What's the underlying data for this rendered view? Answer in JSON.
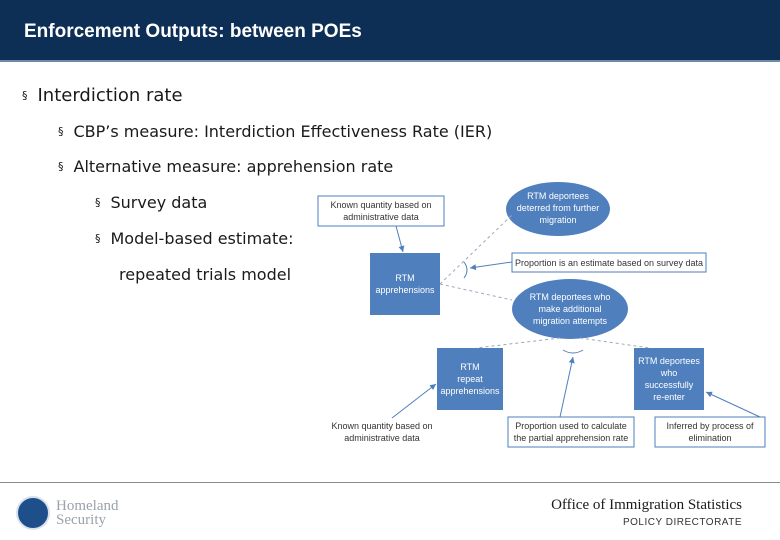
{
  "header": {
    "title": "Enforcement Outputs: between POEs"
  },
  "bullets": {
    "l1": "Interdiction rate",
    "l2a": "CBP’s measure: Interdiction Effectiveness Rate (IER)",
    "l2b": "Alternative measure: apprehension rate",
    "l3a": "Survey data",
    "l3b": "Model-based estimate:",
    "l3b_cont": "repeated trials model",
    "marker": "§"
  },
  "diagram": {
    "known_admin_top": [
      "Known quantity based on",
      "administrative data"
    ],
    "rtm_deportees_deterred": [
      "RTM deportees",
      "deterred from further",
      "migration"
    ],
    "proportion_survey": "Proportion is an estimate based on survey data",
    "rtm_apprehensions": [
      "RTM",
      "apprehensions"
    ],
    "rtm_additional": [
      "RTM deportees who",
      "make additional",
      "migration attempts"
    ],
    "rtm_repeat": [
      "RTM",
      "repeat",
      "apprehensions"
    ],
    "rtm_reenter": [
      "RTM deportees",
      "who",
      "successfully",
      "re-enter"
    ],
    "known_admin_bottom": [
      "Known quantity based on",
      "administrative data"
    ],
    "proportion_partial": [
      "Proportion used to calculate",
      "the partial apprehension rate"
    ],
    "inferred": [
      "Inferred by process of",
      "elimination"
    ]
  },
  "footer": {
    "logo_line1": "Homeland",
    "logo_line2": "Security",
    "office": "Office of Immigration Statistics",
    "directorate": "POLICY DIRECTORATE"
  },
  "colors": {
    "header_bg": "#0d2f55",
    "node_fill": "#4f7fbd",
    "node_text": "#ffffff",
    "arrow": "#4f7fbd",
    "dashed": "#9aa9bd"
  }
}
